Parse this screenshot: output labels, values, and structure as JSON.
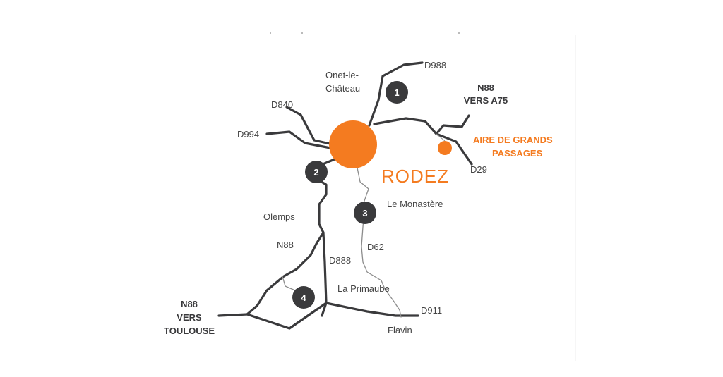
{
  "colors": {
    "road": "#3a3a3c",
    "minor_road": "#8c8c8c",
    "accent": "#f47b20",
    "marker": "#3a3a3c",
    "text": "#444444"
  },
  "city": {
    "name": "RODEZ"
  },
  "site": {
    "line1": "AIRE DE GRANDS",
    "line2": "PASSAGES"
  },
  "routes": {
    "a75": {
      "line1": "N88",
      "line2": "VERS A75"
    },
    "toulouse": {
      "line1": "N88",
      "line2": "VERS",
      "line3": "TOULOUSE"
    }
  },
  "roads": {
    "d988": "D988",
    "d840": "D840",
    "d994": "D994",
    "d29": "D29",
    "d62": "D62",
    "d888": "D888",
    "n88": "N88",
    "d911": "D911"
  },
  "places": {
    "onet_line1": "Onet-le-",
    "onet_line2": "Château",
    "olemps": "Olemps",
    "le_monastere": "Le Monastère",
    "la_primaube": "La Primaube",
    "flavin": "Flavin"
  },
  "markers": [
    "1",
    "2",
    "3",
    "4"
  ]
}
